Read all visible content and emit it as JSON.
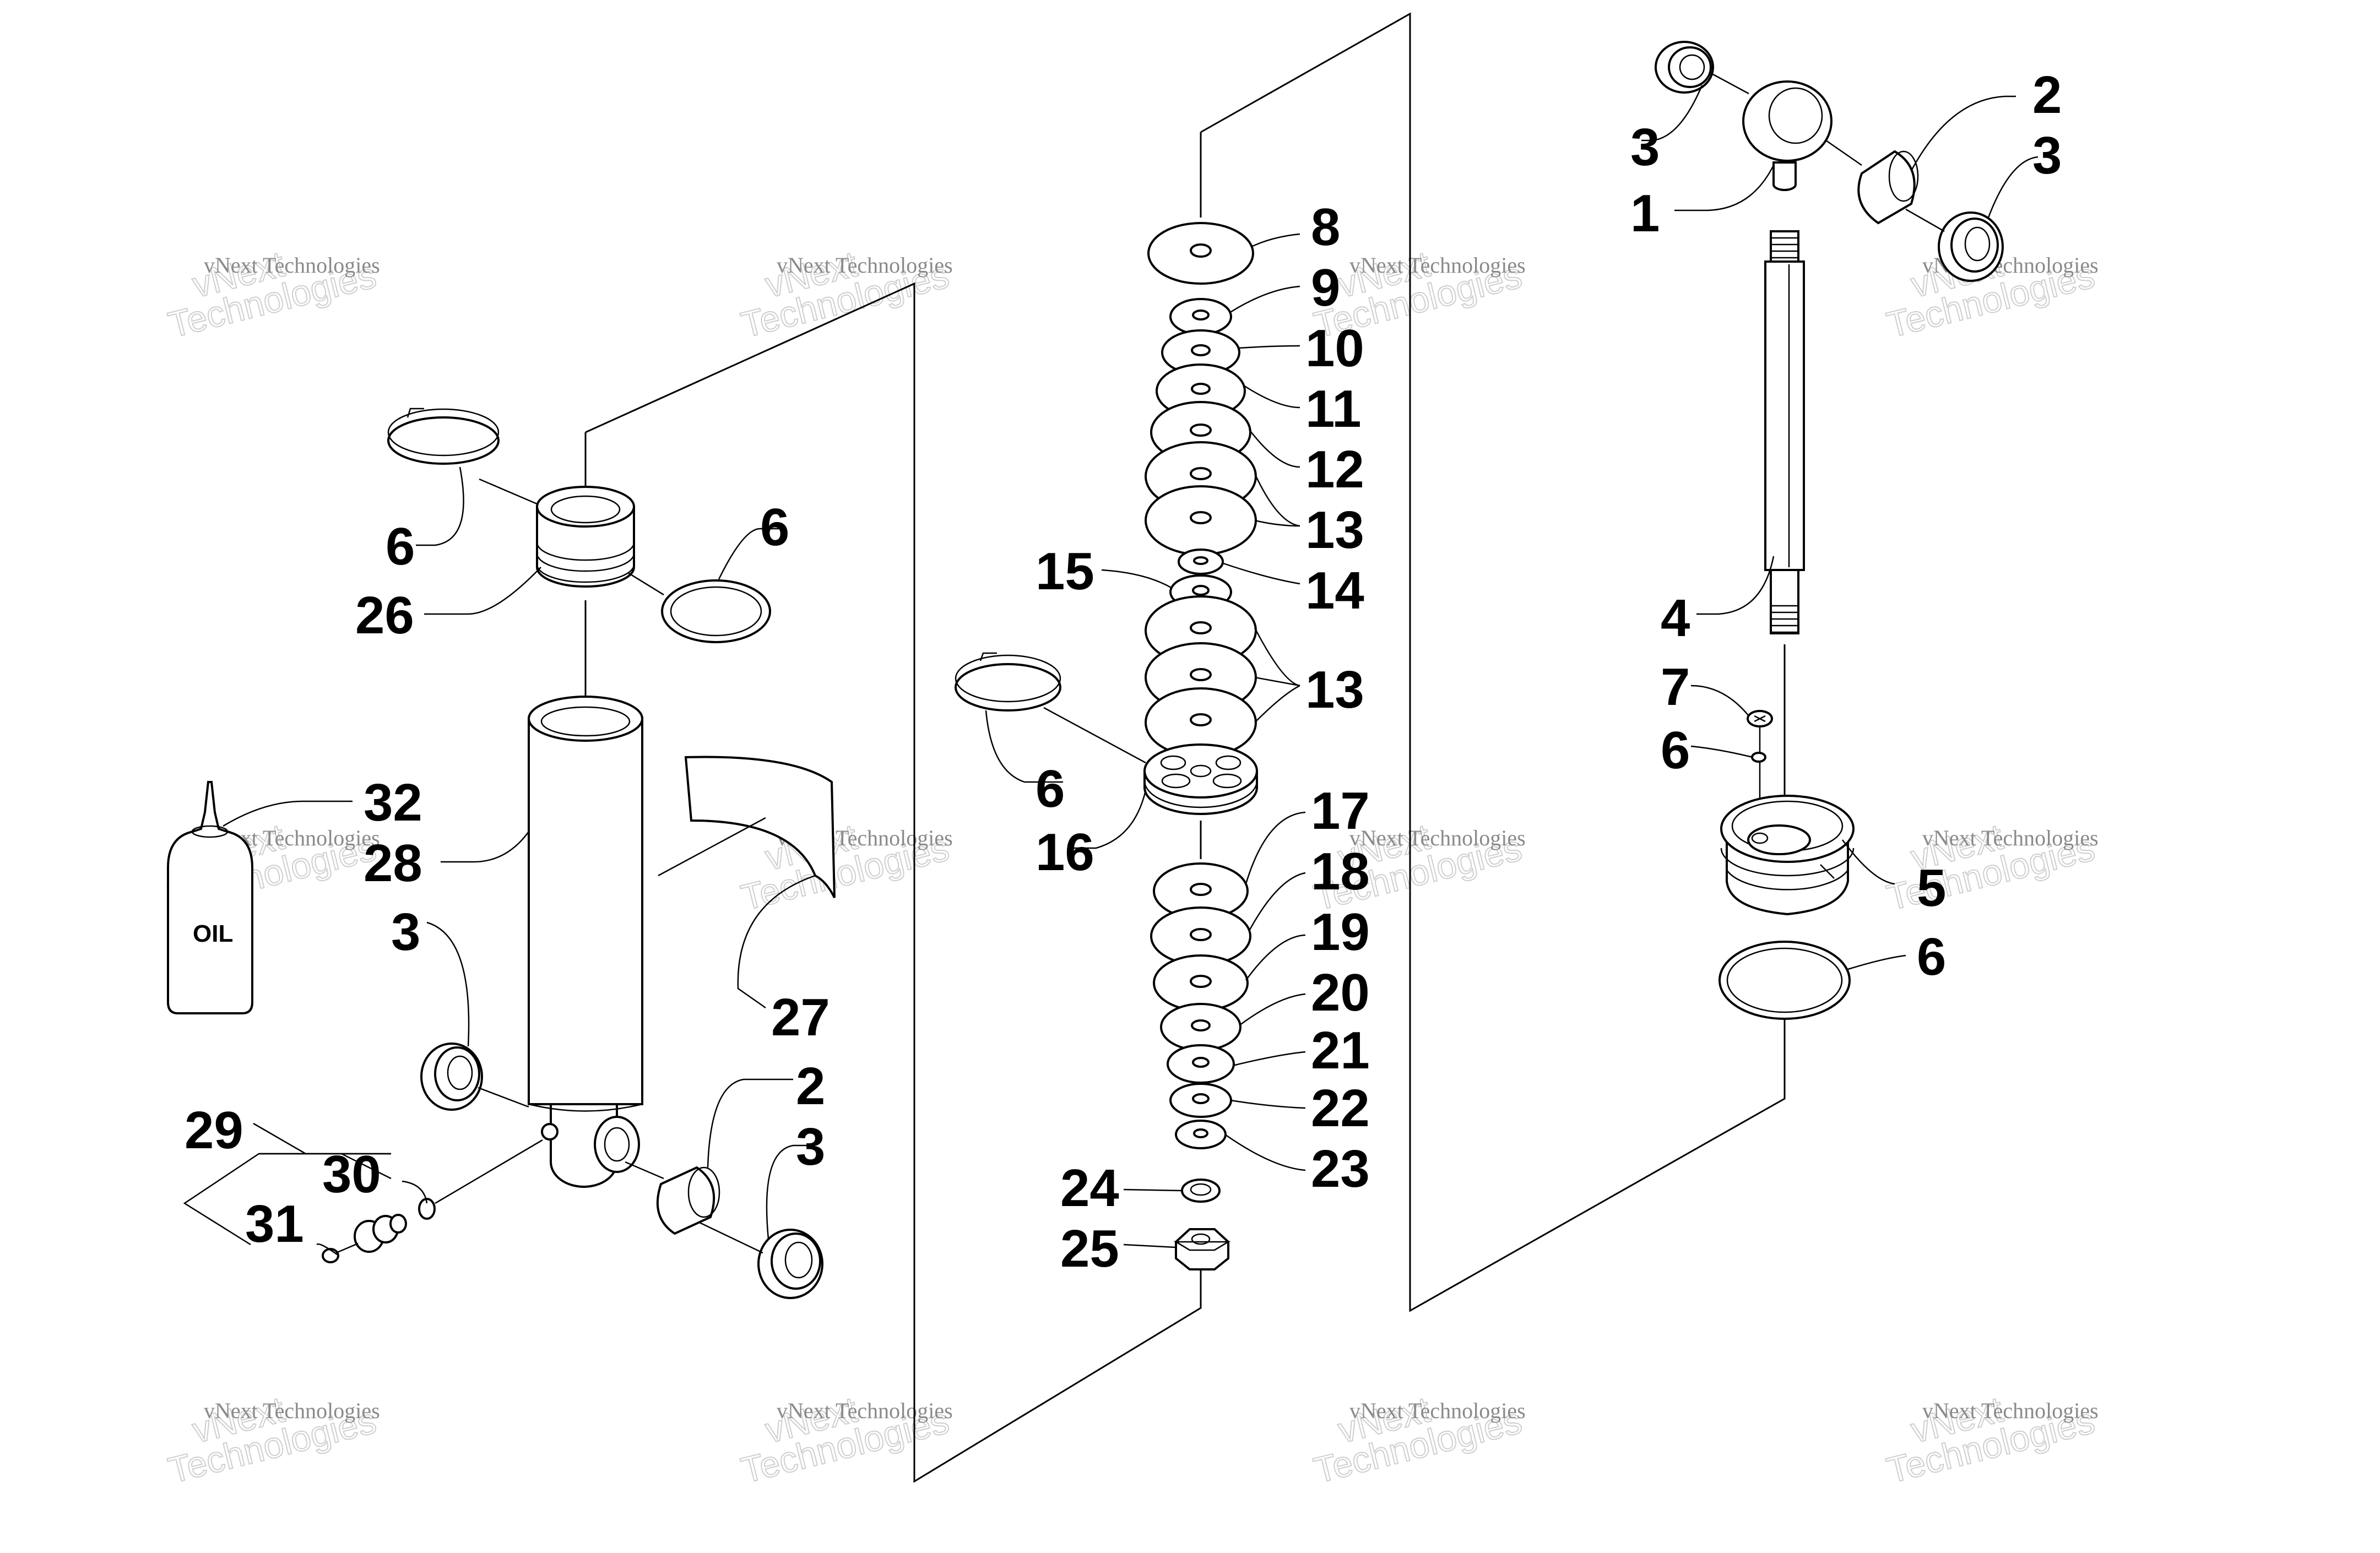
{
  "labels": {
    "a_6": "6",
    "a_26": "26",
    "a_6b": "6",
    "a_32": "32",
    "a_28": "28",
    "a_3": "3",
    "a_27": "27",
    "a_2": "2",
    "a_3b": "3",
    "a_29": "29",
    "a_30": "30",
    "a_31": "31",
    "b_8": "8",
    "b_9": "9",
    "b_10": "10",
    "b_11": "11",
    "b_12": "12",
    "b_13": "13",
    "b_14": "14",
    "b_15": "15",
    "b_13b": "13",
    "b_6": "6",
    "b_16": "16",
    "b_17": "17",
    "b_18": "18",
    "b_19": "19",
    "b_20": "20",
    "b_21": "21",
    "b_22": "22",
    "b_23": "23",
    "b_24": "24",
    "b_25": "25",
    "c_3": "3",
    "c_2": "2",
    "c_3b": "3",
    "c_1": "1",
    "c_4": "4",
    "c_7": "7",
    "c_6": "6",
    "c_5": "5",
    "c_6b": "6"
  },
  "oil_bottle_text": "OIL",
  "watermark": {
    "line1": "vNext Technologies",
    "line2": "vNext",
    "line3": "Technologies"
  },
  "colors": {
    "ink": "#000000",
    "watermark": "#8a8a8a",
    "background": "#ffffff"
  }
}
